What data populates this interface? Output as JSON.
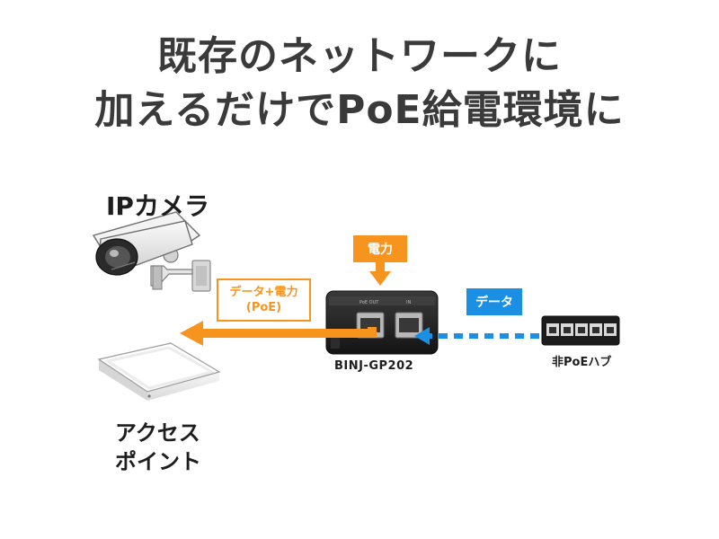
{
  "title": {
    "line1": "既存のネットワークに",
    "line2": "加えるだけでPoE給電環境に"
  },
  "devices": {
    "ip_camera": "IPカメラ",
    "access_point_line1": "アクセス",
    "access_point_line2": "ポイント",
    "injector": "BINJ-GP202",
    "hub": "非PoEハブ"
  },
  "flows": {
    "power_in": "電力",
    "data_in": "データ",
    "data_power_out_line1": "データ+電力",
    "data_power_out_line2": "(PoE)"
  },
  "colors": {
    "power": "#f7941d",
    "data": "#1a8fe3",
    "title": "#3a3a3a"
  }
}
